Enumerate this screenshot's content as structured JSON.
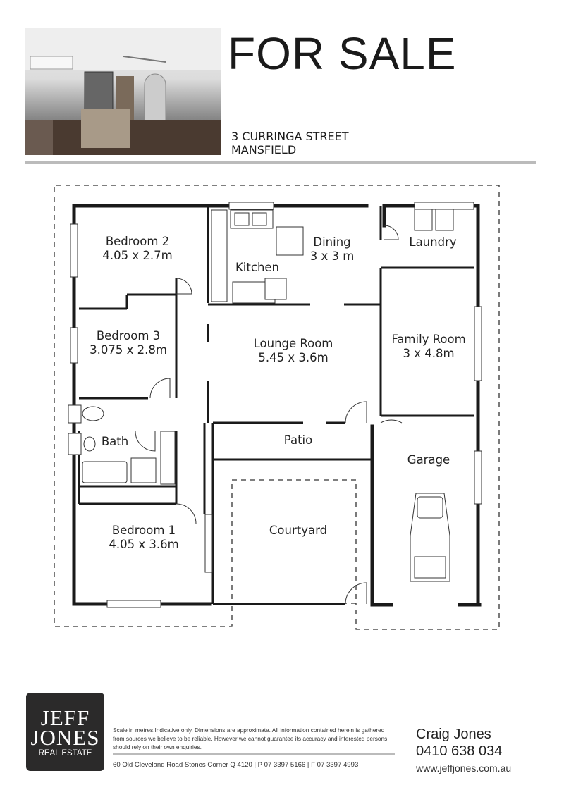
{
  "header": {
    "title": "FOR SALE",
    "address_line1": "3 CURRINGA STREET",
    "address_line2": "MANSFIELD"
  },
  "rooms": [
    {
      "name": "Bedroom 2",
      "size": "4.05 x 2.7m"
    },
    {
      "name": "Dining",
      "size": "3 x 3 m"
    },
    {
      "name": "Laundry"
    },
    {
      "name": "Kitchen"
    },
    {
      "name": "Bedroom 3",
      "size": "3.075 x 2.8m"
    },
    {
      "name": "Lounge Room",
      "size": "5.45 x 3.6m"
    },
    {
      "name": "Family Room",
      "size": "3 x 4.8m"
    },
    {
      "name": "Bath"
    },
    {
      "name": "Patio"
    },
    {
      "name": "Garage"
    },
    {
      "name": "Bedroom 1",
      "size": "4.05 x 3.6m"
    },
    {
      "name": "Courtyard"
    }
  ],
  "footer": {
    "logo": {
      "line1": "JEFF",
      "line2": "JONES",
      "line3": "REAL ESTATE"
    },
    "disclaimer": "Scale in metres.Indicative only. Dimensions are approximate. All information contained herein is gathered from sources we believe to be reliable. However we cannot guarantee its accuracy and interested persons should rely on their own enquiries.",
    "office": "60 Old Cleveland Road Stones Corner Q 4120 | P 07 3397 5166 | F 07 3397 4993",
    "agent_name": "Craig Jones",
    "agent_phone": "0410 638 034",
    "website": "www.jeffjones.com.au"
  }
}
